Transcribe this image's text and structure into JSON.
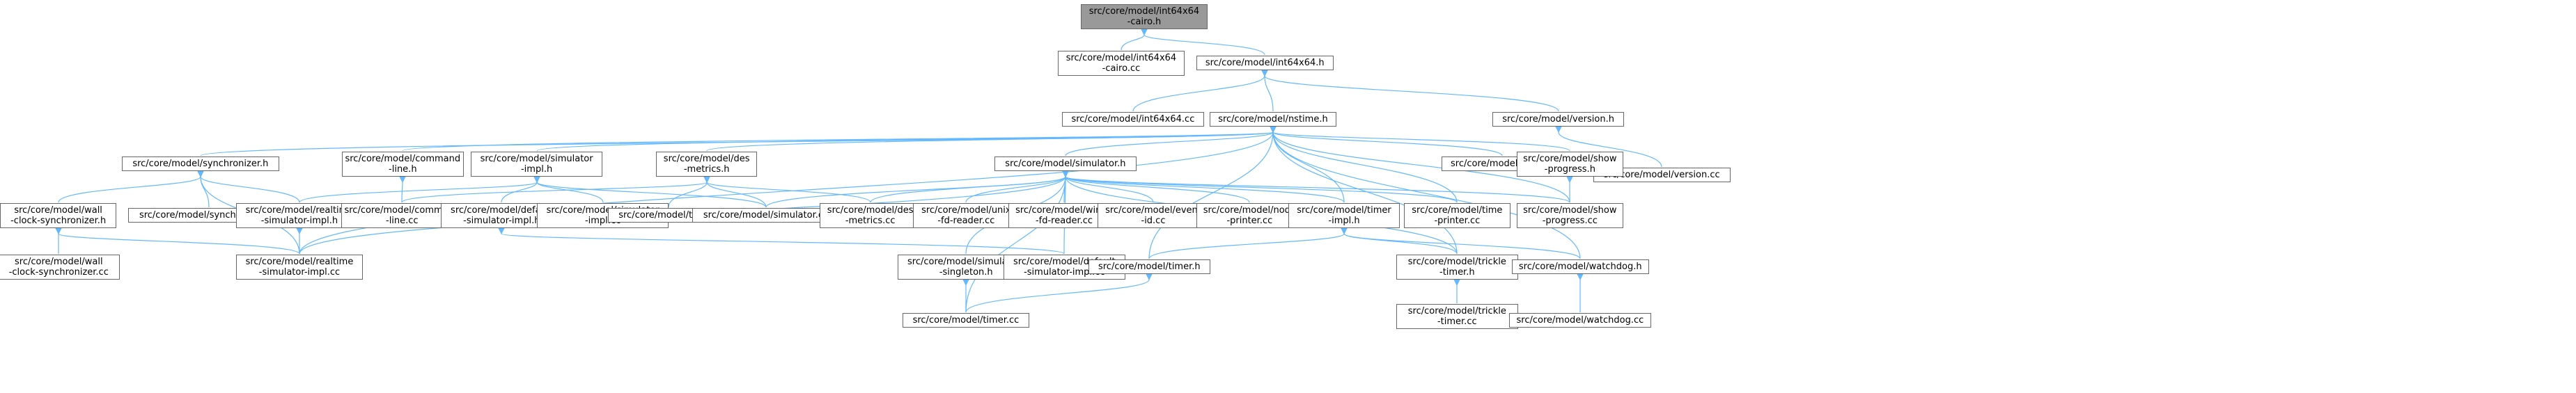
{
  "graph": {
    "nodes": {
      "int64x64_cairo_h": [
        "src/core/model/int64x64",
        "-cairo.h"
      ],
      "int64x64_cairo_cc": [
        "src/core/model/int64x64",
        "-cairo.cc"
      ],
      "int64x64_h": [
        "src/core/model/int64x64.h"
      ],
      "int64x64_cc": [
        "src/core/model/int64x64.cc"
      ],
      "nstime_h": [
        "src/core/model/nstime.h"
      ],
      "version_h": [
        "src/core/model/version.h"
      ],
      "version_cc": [
        "src/core/model/version.cc"
      ],
      "synchronizer_h": [
        "src/core/model/synchronizer.h"
      ],
      "command_line_h": [
        "src/core/model/command",
        "-line.h"
      ],
      "simulator_impl_h": [
        "src/core/model/simulator",
        "-impl.h"
      ],
      "des_metrics_h": [
        "src/core/model/des",
        "-metrics.h"
      ],
      "simulator_h": [
        "src/core/model/simulator.h"
      ],
      "time_cc": [
        "src/core/model/time.cc"
      ],
      "show_progress_h": [
        "src/core/model/show",
        "-progress.h"
      ],
      "wall_clock_synchronizer_h": [
        "src/core/model/wall",
        "-clock-synchronizer.h"
      ],
      "synchronizer_cc": [
        "src/core/model/synchronizer.cc"
      ],
      "realtime_simulator_impl_h": [
        "src/core/model/realtime",
        "-simulator-impl.h"
      ],
      "command_line_cc": [
        "src/core/model/command",
        "-line.cc"
      ],
      "default_simulator_impl_h": [
        "src/core/model/default",
        "-simulator-impl.h"
      ],
      "simulator_impl_cc": [
        "src/core/model/simulator",
        "-impl.cc"
      ],
      "test_cc": [
        "src/core/model/test.cc"
      ],
      "simulator_cc": [
        "src/core/model/simulator.cc"
      ],
      "des_metrics_cc": [
        "src/core/model/des",
        "-metrics.cc"
      ],
      "unix_fd_reader_cc": [
        "src/core/model/unix",
        "-fd-reader.cc"
      ],
      "win32_fd_reader_cc": [
        "src/core/model/win32",
        "-fd-reader.cc"
      ],
      "event_id_cc": [
        "src/core/model/event",
        "-id.cc"
      ],
      "node_printer_cc": [
        "src/core/model/node",
        "-printer.cc"
      ],
      "timer_impl_h": [
        "src/core/model/timer",
        "-impl.h"
      ],
      "time_printer_cc": [
        "src/core/model/time",
        "-printer.cc"
      ],
      "show_progress_cc": [
        "src/core/model/show",
        "-progress.cc"
      ],
      "wall_clock_synchronizer_cc": [
        "src/core/model/wall",
        "-clock-synchronizer.cc"
      ],
      "realtime_simulator_impl_cc": [
        "src/core/model/realtime",
        "-simulator-impl.cc"
      ],
      "simulation_singleton_h": [
        "src/core/model/simulation",
        "-singleton.h"
      ],
      "default_simulator_impl_cc": [
        "src/core/model/default",
        "-simulator-impl.cc"
      ],
      "timer_h": [
        "src/core/model/timer.h"
      ],
      "trickle_timer_h": [
        "src/core/model/trickle",
        "-timer.h"
      ],
      "watchdog_h": [
        "src/core/model/watchdog.h"
      ],
      "timer_cc": [
        "src/core/model/timer.cc"
      ],
      "trickle_timer_cc": [
        "src/core/model/trickle",
        "-timer.cc"
      ],
      "watchdog_cc": [
        "src/core/model/watchdog.cc"
      ]
    },
    "root": "int64x64_cairo_h",
    "edges": [
      [
        "int64x64_cairo_h",
        "int64x64_cairo_cc"
      ],
      [
        "int64x64_cairo_h",
        "int64x64_h"
      ],
      [
        "int64x64_h",
        "int64x64_cc"
      ],
      [
        "int64x64_h",
        "nstime_h"
      ],
      [
        "int64x64_h",
        "version_h"
      ],
      [
        "version_h",
        "version_cc"
      ],
      [
        "nstime_h",
        "synchronizer_h"
      ],
      [
        "nstime_h",
        "command_line_h"
      ],
      [
        "nstime_h",
        "simulator_impl_h"
      ],
      [
        "nstime_h",
        "des_metrics_h"
      ],
      [
        "nstime_h",
        "simulator_h"
      ],
      [
        "nstime_h",
        "time_cc"
      ],
      [
        "nstime_h",
        "show_progress_h"
      ],
      [
        "nstime_h",
        "show_progress_cc"
      ],
      [
        "nstime_h",
        "timer_impl_h"
      ],
      [
        "nstime_h",
        "trickle_timer_h"
      ],
      [
        "nstime_h",
        "watchdog_h"
      ],
      [
        "nstime_h",
        "timer_h"
      ],
      [
        "nstime_h",
        "realtime_simulator_impl_cc"
      ],
      [
        "nstime_h",
        "time_printer_cc"
      ],
      [
        "synchronizer_h",
        "wall_clock_synchronizer_h"
      ],
      [
        "synchronizer_h",
        "synchronizer_cc"
      ],
      [
        "synchronizer_h",
        "realtime_simulator_impl_h"
      ],
      [
        "synchronizer_h",
        "realtime_simulator_impl_cc"
      ],
      [
        "wall_clock_synchronizer_h",
        "wall_clock_synchronizer_cc"
      ],
      [
        "wall_clock_synchronizer_h",
        "realtime_simulator_impl_cc"
      ],
      [
        "realtime_simulator_impl_h",
        "realtime_simulator_impl_cc"
      ],
      [
        "command_line_h",
        "command_line_cc"
      ],
      [
        "simulator_impl_h",
        "realtime_simulator_impl_h"
      ],
      [
        "simulator_impl_h",
        "default_simulator_impl_h"
      ],
      [
        "simulator_impl_h",
        "simulator_impl_cc"
      ],
      [
        "simulator_impl_h",
        "simulator_cc"
      ],
      [
        "default_simulator_impl_h",
        "default_simulator_impl_cc"
      ],
      [
        "des_metrics_h",
        "command_line_cc"
      ],
      [
        "des_metrics_h",
        "test_cc"
      ],
      [
        "des_metrics_h",
        "simulator_cc"
      ],
      [
        "des_metrics_h",
        "des_metrics_cc"
      ],
      [
        "show_progress_h",
        "show_progress_cc"
      ],
      [
        "simulator_h",
        "simulator_cc"
      ],
      [
        "simulator_h",
        "des_metrics_cc"
      ],
      [
        "simulator_h",
        "unix_fd_reader_cc"
      ],
      [
        "simulator_h",
        "win32_fd_reader_cc"
      ],
      [
        "simulator_h",
        "event_id_cc"
      ],
      [
        "simulator_h",
        "node_printer_cc"
      ],
      [
        "simulator_h",
        "timer_impl_h"
      ],
      [
        "simulator_h",
        "time_printer_cc"
      ],
      [
        "simulator_h",
        "show_progress_cc"
      ],
      [
        "simulator_h",
        "simulation_singleton_h"
      ],
      [
        "simulator_h",
        "default_simulator_impl_cc"
      ],
      [
        "simulator_h",
        "realtime_simulator_impl_cc"
      ],
      [
        "simulator_h",
        "timer_cc"
      ],
      [
        "simulator_h",
        "trickle_timer_h"
      ],
      [
        "timer_impl_h",
        "timer_h"
      ],
      [
        "timer_impl_h",
        "trickle_timer_h"
      ],
      [
        "timer_impl_h",
        "watchdog_h"
      ],
      [
        "timer_h",
        "timer_cc"
      ],
      [
        "simulation_singleton_h",
        "timer_cc"
      ],
      [
        "trickle_timer_h",
        "trickle_timer_cc"
      ],
      [
        "watchdog_h",
        "watchdog_cc"
      ]
    ]
  },
  "style": {
    "edge_color": "#63b8ff",
    "node_border": "#666666",
    "root_fill": "#999999"
  }
}
